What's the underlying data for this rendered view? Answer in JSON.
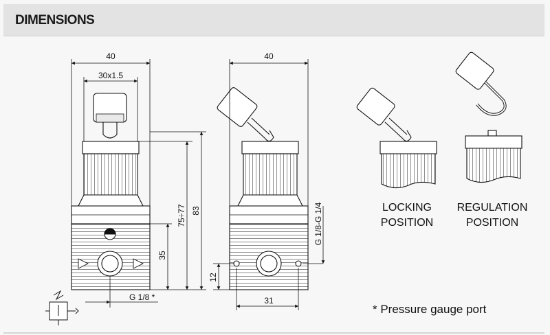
{
  "header": {
    "title": "DIMENSIONS"
  },
  "dimensions": {
    "front_width": "40",
    "knob_thread": "30x1.5",
    "side_width": "40",
    "adjust_range": "75÷77",
    "overall_height": "83",
    "port_height": "35",
    "gauge_port": "G 1/8 *",
    "side_port_height": "12",
    "side_base_width": "31",
    "side_port_thread": "G 1/8-G 1/4"
  },
  "captions": {
    "locking_line1": "LOCKING",
    "locking_line2": "POSITION",
    "regulation_line1": "REGULATION",
    "regulation_line2": "POSITION"
  },
  "footnote": "* Pressure gauge port"
}
